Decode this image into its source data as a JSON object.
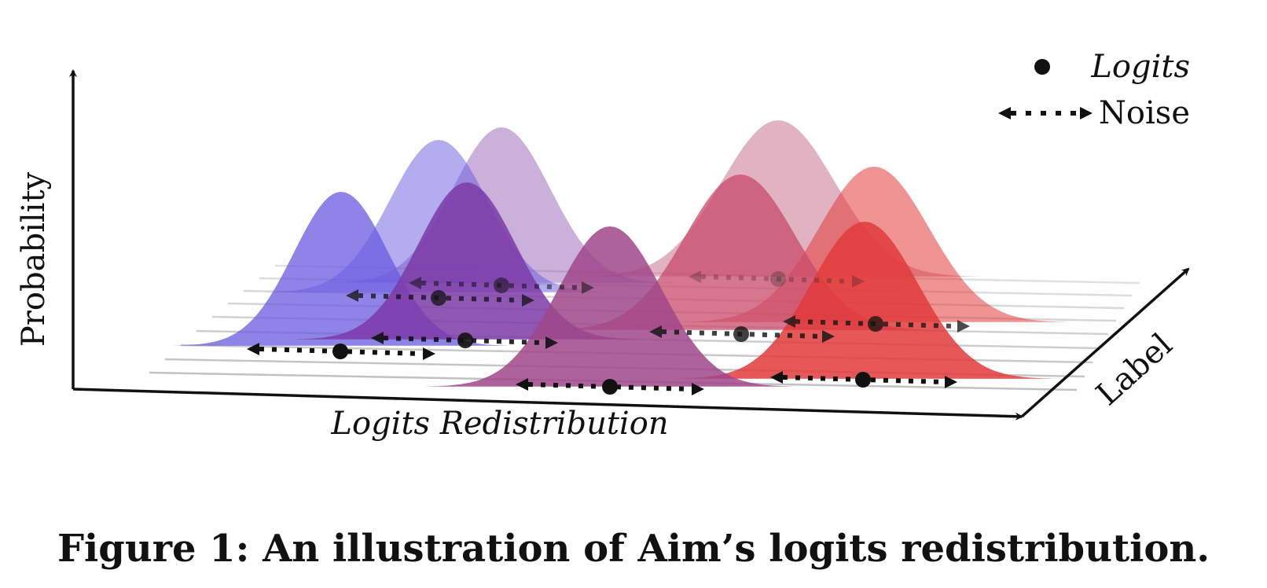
{
  "figure": {
    "caption": "Figure 1: An illustration of Aim’s logits redistribution.",
    "axes": {
      "y_label": "Probability",
      "x_label": "Logits Redistribution",
      "z_label": "Label"
    },
    "legend": {
      "logits_label": "Logits",
      "noise_label": "Noise"
    },
    "colors": {
      "axis": "#111111",
      "gridline": "#bdbdbd",
      "blue": "#6a5ae0",
      "purple": "#7c3aa8",
      "magenta": "#a0468a",
      "pink": "#c9758f",
      "rose": "#c84a6a",
      "red": "#e23a3a",
      "dot": "#111111"
    },
    "icons": [
      "logit-dot-icon",
      "noise-arrow-icon",
      "axis-arrow-icon"
    ]
  }
}
